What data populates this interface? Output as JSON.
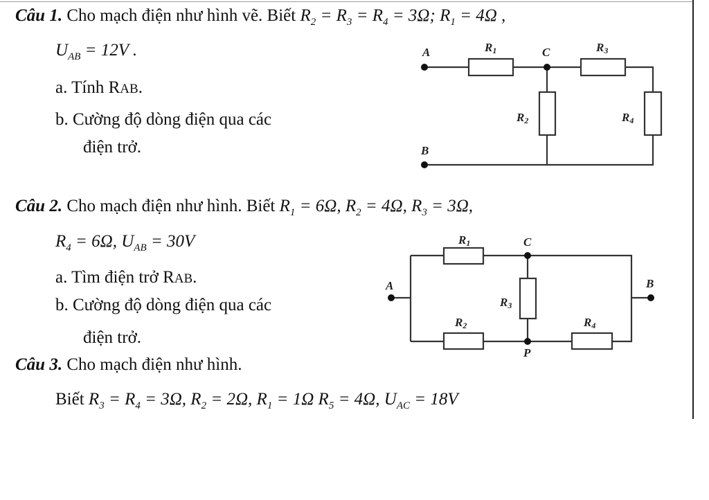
{
  "q1": {
    "label": "Câu 1.",
    "intro": "Cho mạch điện như hình vẽ. Biết",
    "given": [
      {
        "t": "R"
      },
      {
        "s": "2"
      },
      {
        "t": " = R"
      },
      {
        "s": "3"
      },
      {
        "t": " = R"
      },
      {
        "s": "4"
      },
      {
        "t": " = 3Ω; R"
      },
      {
        "s": "1"
      },
      {
        "t": " = 4Ω ,"
      }
    ],
    "given2": [
      {
        "t": "U"
      },
      {
        "s": "AB"
      },
      {
        "t": " = 12V ."
      }
    ],
    "a_prefix": "a. Tính R",
    "a_sub": "AB",
    "a_suffix": ".",
    "b_line1": "b. Cường độ dòng điện qua các",
    "b_line2": "điện trở.",
    "circuit": {
      "nodes": [
        "A",
        "B",
        "C"
      ],
      "resistors": [
        "R1",
        "R2",
        "R3",
        "R4"
      ]
    }
  },
  "q2": {
    "label": "Câu 2.",
    "intro": "Cho mạch điện như hình. Biết",
    "given": [
      {
        "t": "R"
      },
      {
        "s": "1"
      },
      {
        "t": " = 6Ω, R"
      },
      {
        "s": "2"
      },
      {
        "t": " = 4Ω, R"
      },
      {
        "s": "3"
      },
      {
        "t": " = 3Ω,"
      }
    ],
    "given2": [
      {
        "t": "R"
      },
      {
        "s": "4"
      },
      {
        "t": " = 6Ω, U"
      },
      {
        "s": "AB"
      },
      {
        "t": " = 30V"
      }
    ],
    "a_prefix": "a. Tìm điện trở R",
    "a_sub": "AB",
    "a_suffix": ".",
    "b_line1": "b. Cường độ dòng điện qua các",
    "b_line2": "điện trở.",
    "circuit": {
      "nodes": [
        "A",
        "B",
        "C",
        "P"
      ],
      "resistors": [
        "R1",
        "R2",
        "R3",
        "R4"
      ]
    }
  },
  "q3": {
    "label": "Câu 3.",
    "intro": "Cho mạch điện như hình.",
    "biet": "Biết",
    "given": [
      {
        "t": "R"
      },
      {
        "s": "3"
      },
      {
        "t": " = R"
      },
      {
        "s": "4"
      },
      {
        "t": " = 3Ω, R"
      },
      {
        "s": "2"
      },
      {
        "t": " = 2Ω, R"
      },
      {
        "s": "1"
      },
      {
        "t": " = 1Ω  R"
      },
      {
        "s": "5"
      },
      {
        "t": " = 4Ω, U"
      },
      {
        "s": "AC"
      },
      {
        "t": " = 18V"
      }
    ]
  }
}
